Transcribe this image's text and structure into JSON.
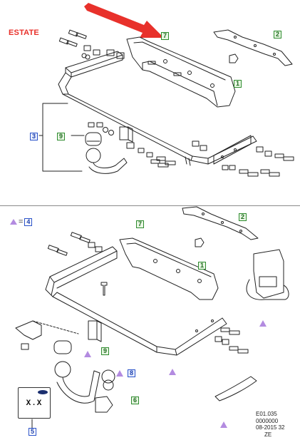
{
  "header": {
    "variant_label": "ESTATE"
  },
  "upper_diagram": {
    "callouts": [
      {
        "id": "u7",
        "text": "7",
        "style": "green"
      },
      {
        "id": "u2",
        "text": "2",
        "style": "green"
      },
      {
        "id": "u1",
        "text": "1",
        "style": "green"
      },
      {
        "id": "u3",
        "text": "3",
        "style": "blue"
      },
      {
        "id": "u9",
        "text": "9",
        "style": "green"
      }
    ],
    "pointer_color": "#e8312b"
  },
  "lower_diagram": {
    "legend": {
      "symbol": "triangle-marker",
      "equals": "=",
      "ref": "4"
    },
    "callouts": [
      {
        "id": "l7",
        "text": "7",
        "style": "green"
      },
      {
        "id": "l2",
        "text": "2",
        "style": "green"
      },
      {
        "id": "l1",
        "text": "1",
        "style": "green"
      },
      {
        "id": "l9",
        "text": "9",
        "style": "green"
      },
      {
        "id": "l8",
        "text": "8",
        "style": "blue"
      },
      {
        "id": "l6",
        "text": "6",
        "style": "green"
      },
      {
        "id": "l5",
        "text": "5",
        "style": "blue"
      }
    ],
    "plate_code": "X.X"
  },
  "reference": {
    "line1": "E01.035",
    "line2": "0000000",
    "line3": "08-2015 32",
    "line4": "ZE"
  },
  "colors": {
    "green_callout": "#2e8b2e",
    "blue_callout": "#2a52c9",
    "marker_triangle": "#b38be0",
    "estate_text": "#e8312b"
  }
}
